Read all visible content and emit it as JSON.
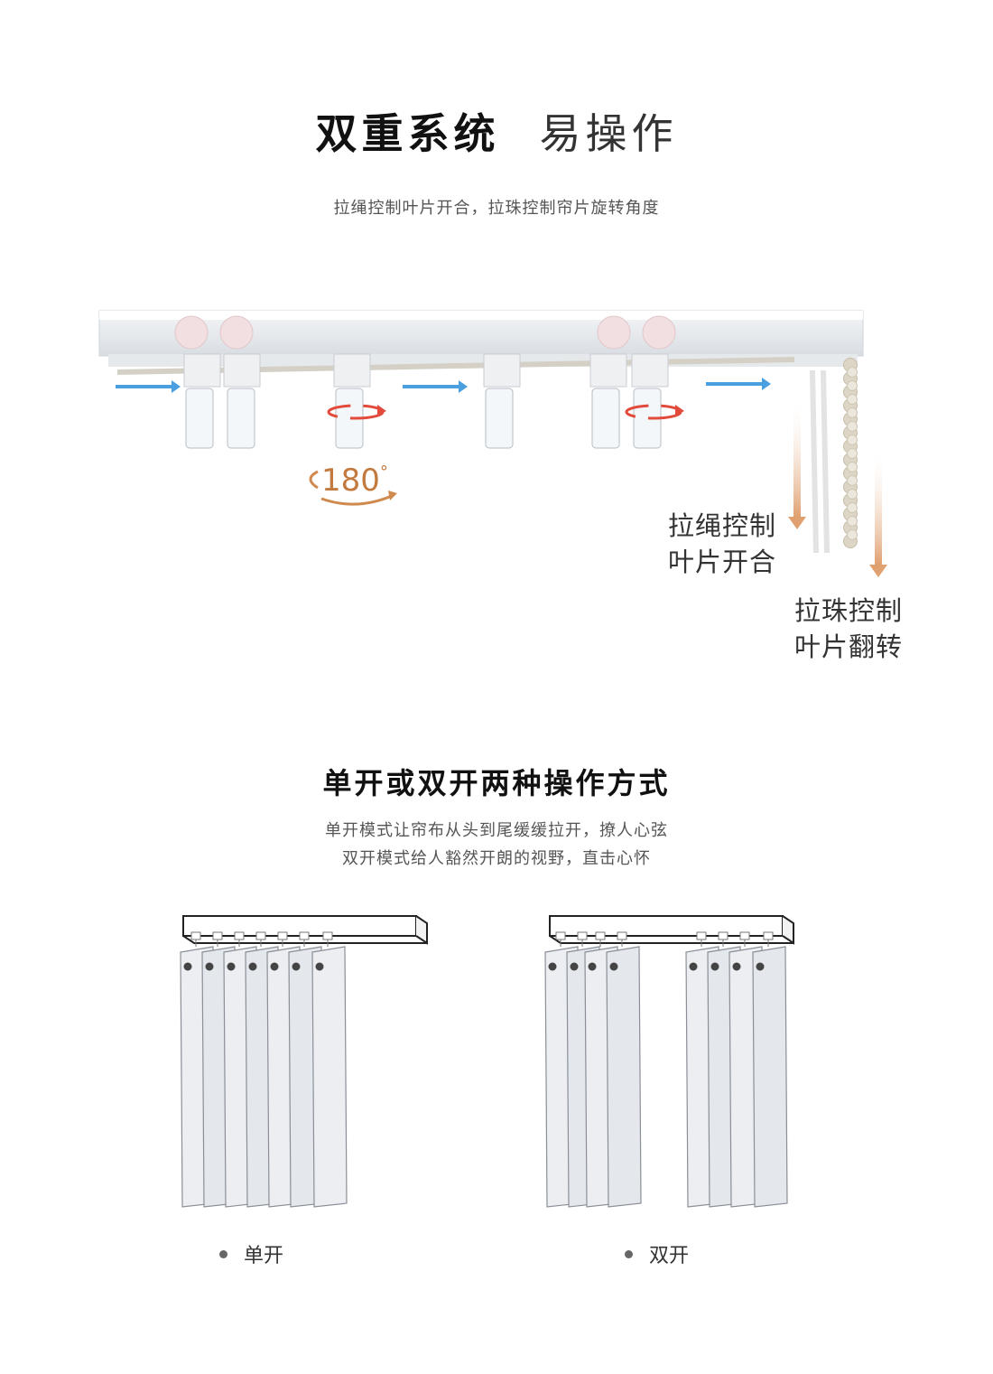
{
  "header": {
    "title_bold": "双重系统",
    "title_light": "易操作",
    "subtitle": "拉绳控制叶片开合，拉珠控制帘片旋转角度"
  },
  "track_diagram": {
    "rotation_label": "180",
    "degree_symbol": "°",
    "cord_callout": [
      "拉绳控制",
      "叶片开合"
    ],
    "bead_callout": [
      "拉珠控制",
      "叶片翻转"
    ],
    "colors": {
      "arrow_blue": "#4a9fe0",
      "rotate_red": "#e24b3b",
      "callout_arrow": "#e0a070"
    }
  },
  "section2": {
    "title": "单开或双开两种操作方式",
    "desc_line1": "单开模式让帘布从头到尾缓缓拉开，撩人心弦",
    "desc_line2": "双开模式给人豁然开朗的视野，直击心怀",
    "modes": [
      {
        "label": "单开"
      },
      {
        "label": "双开"
      }
    ]
  }
}
